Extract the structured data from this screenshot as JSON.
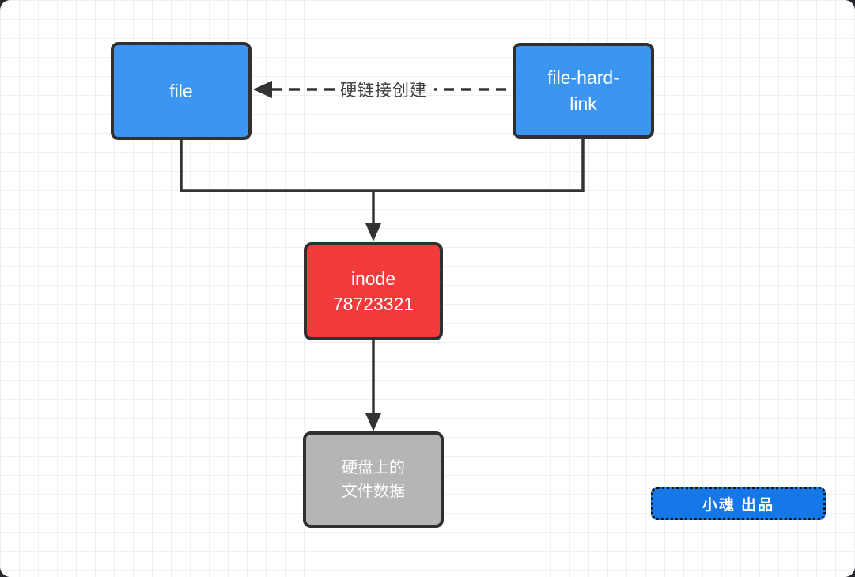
{
  "diagram": {
    "node_file": {
      "label": "file",
      "fill": "#3D95F2"
    },
    "node_file_hard_link": {
      "label": "file-hard-\nlink",
      "fill": "#3D95F2"
    },
    "node_inode": {
      "label": "inode\n78723321",
      "fill": "#F33B3B"
    },
    "node_disk_data": {
      "label": "硬盘上的\n文件数据",
      "fill": "#B5B5B5"
    },
    "edge_hard_link": {
      "label": "硬链接创建"
    },
    "badge": {
      "label": "小魂 出品",
      "fill": "#1677E8"
    }
  },
  "colors": {
    "connector": "#333333",
    "node_border": "#303030",
    "canvas_background": "#ffffff",
    "grid_line": "#eef0f3",
    "page_background": "#26262e",
    "node_text": "#ffffff",
    "edge_label_text": "#3d3d3d"
  }
}
